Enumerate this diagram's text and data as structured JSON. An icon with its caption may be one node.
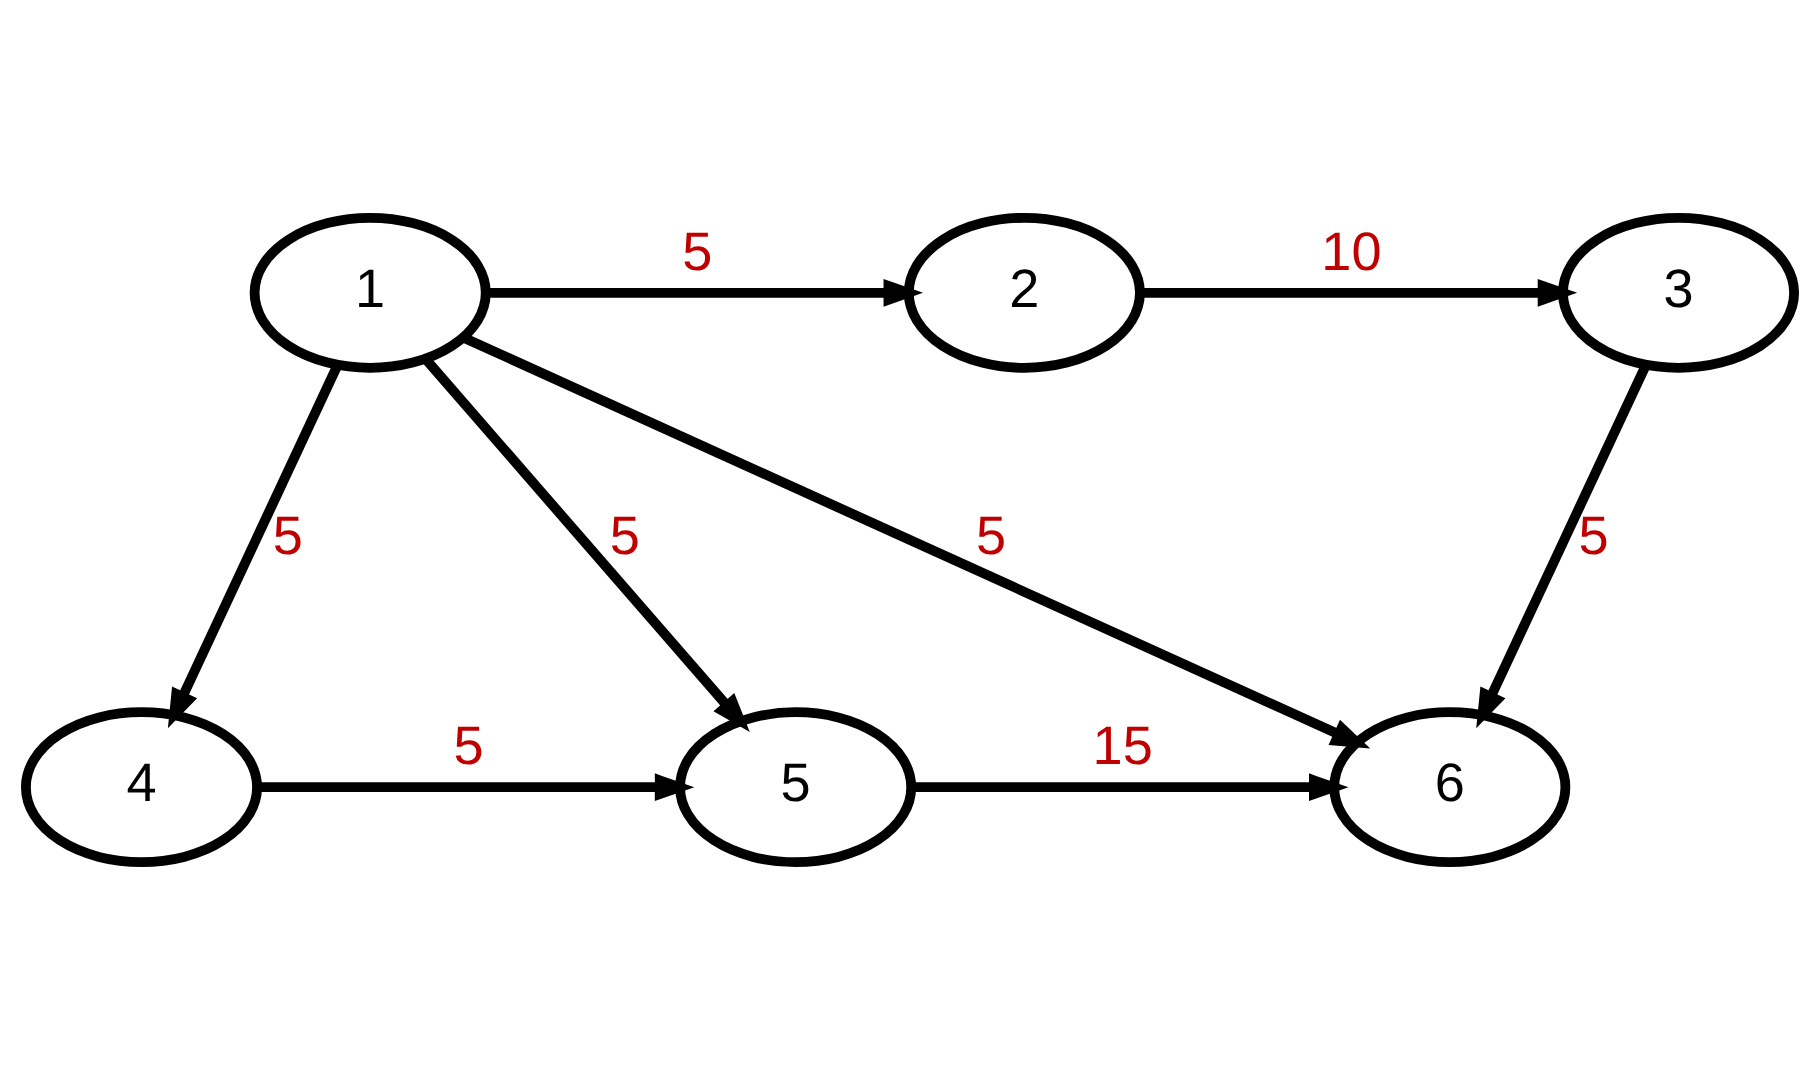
{
  "diagram": {
    "nodes": [
      {
        "text": [
          "1"
        ]
      },
      {
        "text": [
          "2"
        ]
      },
      {
        "text": [
          "3"
        ]
      },
      {
        "text": [
          "4"
        ]
      },
      {
        "text": [
          "5"
        ]
      },
      {
        "text": [
          "6"
        ]
      }
    ],
    "edges": [
      {
        "from": 0,
        "to": 1,
        "arrow": "to",
        "label": "5"
      },
      {
        "from": 1,
        "to": 2,
        "arrow": "to",
        "label": "10"
      },
      {
        "from": 0,
        "to": 3,
        "arrow": "to",
        "label": "5"
      },
      {
        "from": 0,
        "to": 4,
        "arrow": "to",
        "label": "5"
      },
      {
        "from": 0,
        "to": 5,
        "arrow": "to",
        "label": "5"
      },
      {
        "from": 2,
        "to": 5,
        "arrow": "to",
        "label": "5"
      },
      {
        "from": 3,
        "to": 4,
        "arrow": "to",
        "label": "5"
      },
      {
        "from": 4,
        "to": 5,
        "arrow": "to",
        "label": "15"
      }
    ]
  }
}
